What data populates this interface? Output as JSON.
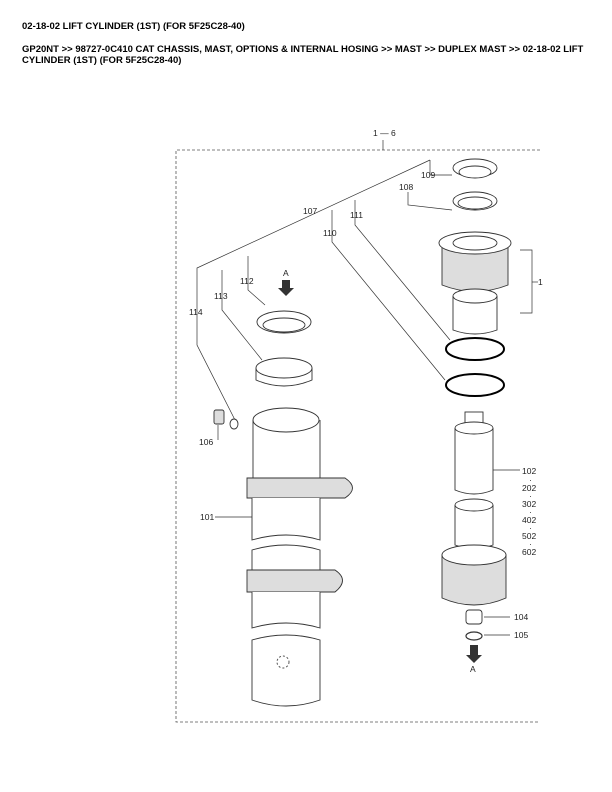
{
  "header": {
    "title": "02-18-02 LIFT CYLINDER (1ST) (FOR 5F25C28-40)",
    "breadcrumb": "GP20NT >> 98727-0C410 CAT CHASSIS, MAST, OPTIONS & INTERNAL HOSING >> MAST >> DUPLEX MAST >> 02-18-02 LIFT CYLINDER (1ST) (FOR 5F25C28-40)"
  },
  "diagram": {
    "callouts": {
      "assembly": "1 — 6",
      "c1": "1",
      "c101": "101",
      "c102": "102",
      "c202": "202",
      "c302": "302",
      "c402": "402",
      "c502": "502",
      "c602": "602",
      "c104": "104",
      "c105": "105",
      "c106": "106",
      "c107": "107",
      "c108": "108",
      "c109": "109",
      "c110": "110",
      "c111": "111",
      "c112": "112",
      "c113": "113",
      "c114": "114",
      "view_a_top": "A",
      "view_a_bottom": "A"
    }
  }
}
